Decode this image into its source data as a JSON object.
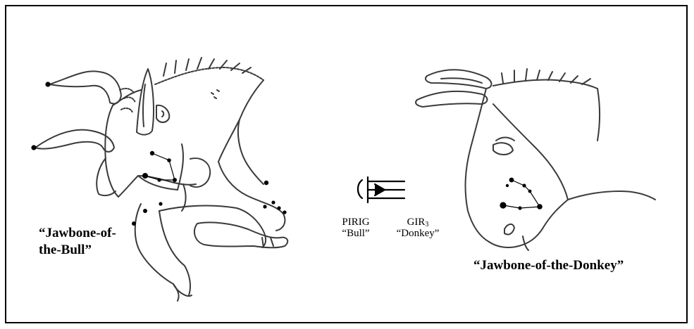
{
  "labels": {
    "bull_line1": "“Jawbone-of-",
    "bull_line2": "the-Bull”",
    "donkey_label": "“Jawbone-of-the-Donkey”",
    "pirig_sign": "PIRIG",
    "pirig_meaning": "“Bull”",
    "gir_sign": "GIR",
    "gir_subscript": "3",
    "gir_meaning": "“Donkey”"
  },
  "colors": {
    "ink": "#000000",
    "sketch": "#3a3a3a",
    "background": "#ffffff"
  },
  "icons": {
    "cuneiform": "cuneiform-sign-icon",
    "star": "star-icon"
  }
}
